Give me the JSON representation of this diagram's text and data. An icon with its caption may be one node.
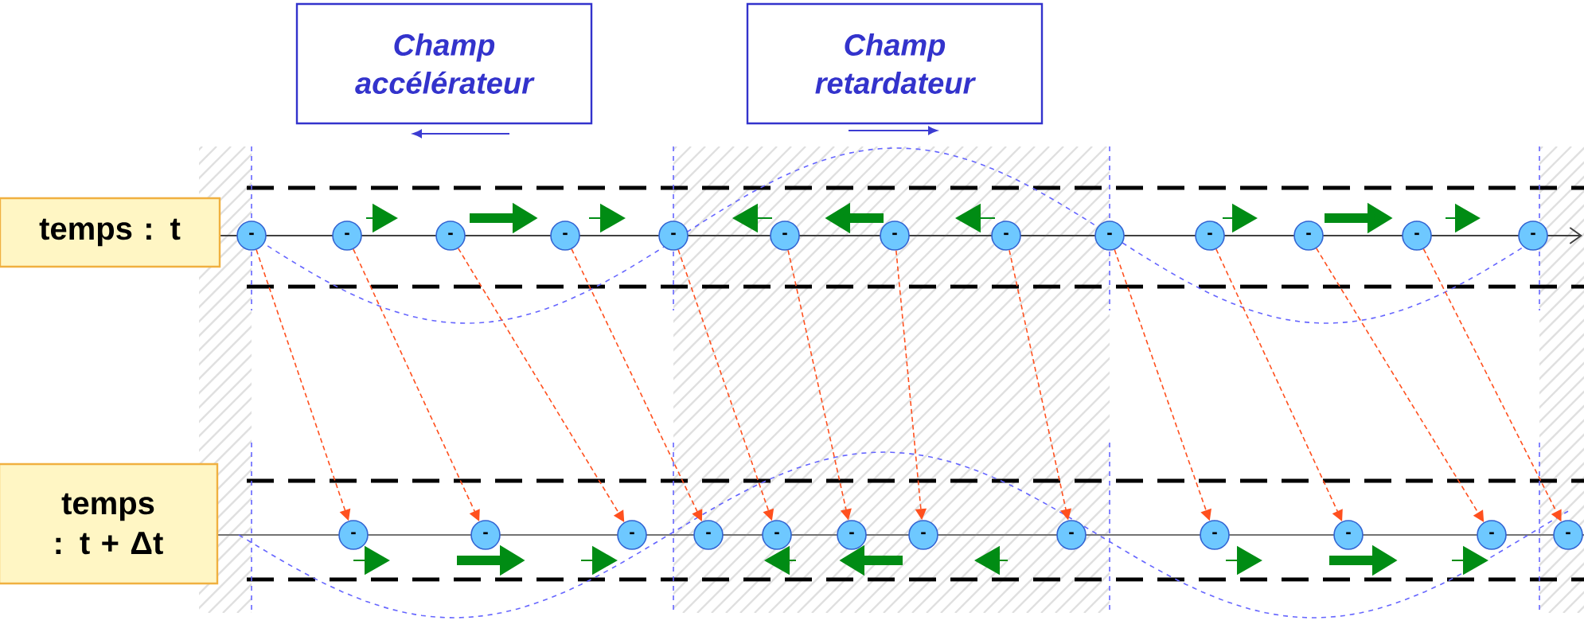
{
  "diagram": {
    "nodes": [
      {
        "text": [
          "Champ accélérateur"
        ]
      },
      {
        "text": [
          "Champ retardateur"
        ]
      },
      {
        "text": [
          "temps : t"
        ]
      },
      {
        "text": [
          "temps : t + Δt"
        ]
      },
      {
        "text": [
          "-"
        ]
      },
      {
        "text": [
          "-"
        ]
      },
      {
        "text": [
          "-"
        ]
      },
      {
        "text": [
          "-"
        ]
      },
      {
        "text": [
          "-"
        ]
      },
      {
        "text": [
          "-"
        ]
      },
      {
        "text": [
          "-"
        ]
      },
      {
        "text": [
          "-"
        ]
      },
      {
        "text": [
          "-"
        ]
      },
      {
        "text": [
          "-"
        ]
      },
      {
        "text": [
          "-"
        ]
      },
      {
        "text": [
          "-"
        ]
      },
      {
        "text": [
          "-"
        ]
      },
      {
        "text": [
          "-"
        ]
      },
      {
        "text": [
          "-"
        ]
      },
      {
        "text": [
          "-"
        ]
      },
      {
        "text": [
          "-"
        ]
      },
      {
        "text": [
          "-"
        ]
      },
      {
        "text": [
          "-"
        ]
      },
      {
        "text": [
          "-"
        ]
      },
      {
        "text": [
          "-"
        ]
      },
      {
        "text": [
          "-"
        ]
      },
      {
        "text": [
          "-"
        ]
      },
      {
        "text": [
          "-"
        ]
      },
      {
        "text": [
          "-"
        ]
      }
    ],
    "edges": [
      {
        "from": 4,
        "to": 17,
        "arrow": "to",
        "style": "dashed"
      },
      {
        "from": 5,
        "to": 18,
        "arrow": "to",
        "style": "dashed"
      },
      {
        "from": 6,
        "to": 19,
        "arrow": "to",
        "style": "dashed"
      },
      {
        "from": 7,
        "to": 20,
        "arrow": "to",
        "style": "dashed"
      },
      {
        "from": 8,
        "to": 21,
        "arrow": "to",
        "style": "dashed"
      },
      {
        "from": 9,
        "to": 22,
        "arrow": "to",
        "style": "dashed"
      },
      {
        "from": 10,
        "to": 23,
        "arrow": "to",
        "style": "dashed"
      },
      {
        "from": 11,
        "to": 24,
        "arrow": "to",
        "style": "dashed"
      },
      {
        "from": 12,
        "to": 25,
        "arrow": "to",
        "style": "dashed"
      },
      {
        "from": 13,
        "to": 26,
        "arrow": "to",
        "style": "dashed"
      },
      {
        "from": 14,
        "to": 27,
        "arrow": "to",
        "style": "dashed"
      },
      {
        "from": 15,
        "to": 28,
        "arrow": "to",
        "style": "dashed"
      }
    ]
  }
}
